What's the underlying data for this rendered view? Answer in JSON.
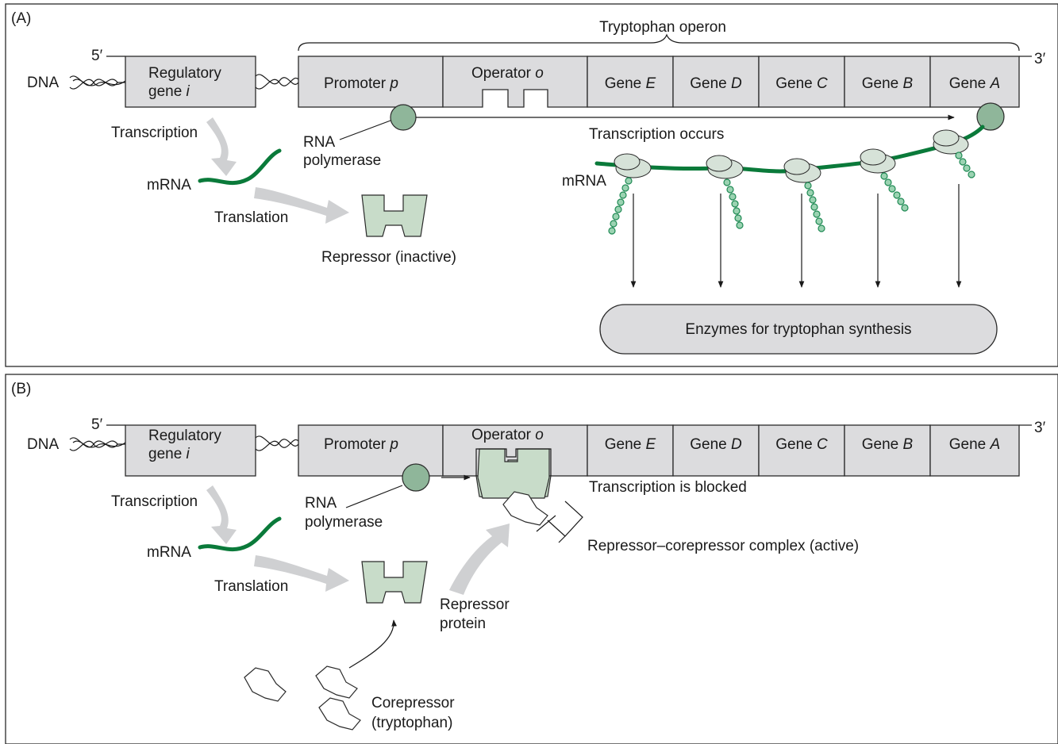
{
  "panelA": {
    "tag": "(A)",
    "operon_label": "Tryptophan operon",
    "five_prime": "5′",
    "three_prime": "3′",
    "dna": "DNA",
    "regulatory_line1": "Regulatory",
    "regulatory_line2": "gene ",
    "regulatory_italic": "i",
    "promoter": "Promoter ",
    "promoter_italic": "p",
    "operator": "Operator ",
    "operator_italic": "o",
    "genes": [
      {
        "prefix": "Gene ",
        "letter": "E"
      },
      {
        "prefix": "Gene ",
        "letter": "D"
      },
      {
        "prefix": "Gene ",
        "letter": "C"
      },
      {
        "prefix": "Gene ",
        "letter": "B"
      },
      {
        "prefix": "Gene ",
        "letter": "A"
      }
    ],
    "transcription": "Transcription",
    "mrna": "mRNA",
    "translation": "Translation",
    "rna_line1": "RNA",
    "rna_line2": "polymerase",
    "transcription_occurs": "Transcription occurs",
    "repressor_inactive": "Repressor (inactive)",
    "mrna_right": "mRNA",
    "enzymes": "Enzymes for tryptophan synthesis"
  },
  "panelB": {
    "tag": "(B)",
    "five_prime": "5′",
    "three_prime": "3′",
    "dna": "DNA",
    "regulatory_line1": "Regulatory",
    "regulatory_line2": "gene ",
    "regulatory_italic": "i",
    "promoter": "Promoter ",
    "promoter_italic": "p",
    "operator": "Operator ",
    "operator_italic": "o",
    "genes": [
      {
        "prefix": "Gene ",
        "letter": "E"
      },
      {
        "prefix": "Gene ",
        "letter": "D"
      },
      {
        "prefix": "Gene ",
        "letter": "C"
      },
      {
        "prefix": "Gene ",
        "letter": "B"
      },
      {
        "prefix": "Gene ",
        "letter": "A"
      }
    ],
    "transcription": "Transcription",
    "mrna": "mRNA",
    "translation": "Translation",
    "rna_line1": "RNA",
    "rna_line2": "polymerase",
    "blocked": "Transcription is blocked",
    "complex": "Repressor–corepressor complex (active)",
    "repressor_line1": "Repressor",
    "repressor_line2": "protein",
    "corep_line1": "Corepressor",
    "corep_line2": "(tryptophan)"
  },
  "colors": {
    "box_fill": "#dcdcde",
    "mrna": "#0a7a3a",
    "polymerase": "#8fb69a",
    "repressor": "#c8dcc9"
  }
}
